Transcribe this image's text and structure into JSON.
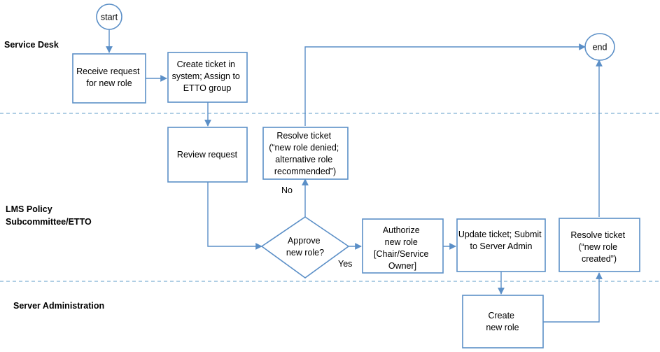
{
  "lanes": [
    {
      "label_lines": [
        "Service Desk"
      ]
    },
    {
      "label_lines": [
        "LMS Policy",
        "Subcommittee/ETTO"
      ]
    },
    {
      "label_lines": [
        "Server Administration"
      ]
    }
  ],
  "nodes": {
    "start": {
      "shape": "circle",
      "lines": [
        "start"
      ]
    },
    "receive": {
      "shape": "rect",
      "lines": [
        "Receive request",
        "for new role"
      ]
    },
    "create_ticket": {
      "shape": "rect",
      "lines": [
        "Create ticket in",
        "system; Assign to",
        "ETTO group"
      ]
    },
    "review": {
      "shape": "rect",
      "lines": [
        "Review request"
      ]
    },
    "resolve_denied": {
      "shape": "rect",
      "lines": [
        "Resolve ticket",
        "(“new role denied;",
        "alternative role",
        "recommended”)"
      ]
    },
    "approve": {
      "shape": "diamond",
      "lines": [
        "Approve",
        "new role?"
      ]
    },
    "authorize": {
      "shape": "rect",
      "lines": [
        "Authorize",
        "new role",
        "[Chair/Service",
        "Owner]"
      ]
    },
    "update_ticket": {
      "shape": "rect",
      "lines": [
        "Update ticket; Submit",
        "to Server Admin"
      ]
    },
    "resolve_created": {
      "shape": "rect",
      "lines": [
        "Resolve ticket",
        "(“new role",
        "created”)"
      ]
    },
    "create_role": {
      "shape": "rect",
      "lines": [
        "Create",
        "new role"
      ]
    },
    "end": {
      "shape": "ellipse",
      "lines": [
        "end"
      ]
    }
  },
  "edge_labels": {
    "no": "No",
    "yes": "Yes"
  },
  "colors": {
    "stroke": "#5b8fc7",
    "divider": "#7fb0d3"
  }
}
